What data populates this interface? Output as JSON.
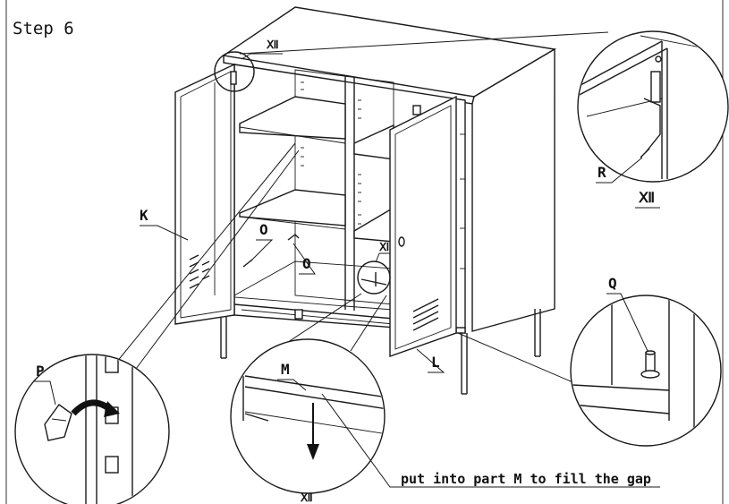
{
  "step_title": "Step 6",
  "labels": {
    "detail_xii_top": "Ⅻ",
    "part_k": "K",
    "part_o_left": "O",
    "part_o_right": "O",
    "detail_xi_small": "Ⅺ",
    "part_l": "L",
    "part_p": "P",
    "part_m": "M",
    "detail_xii_bottom": "Ⅻ",
    "part_r": "R",
    "detail_xii_right": "Ⅻ",
    "part_q": "Q"
  },
  "caption": "put into part M to fill the gap"
}
